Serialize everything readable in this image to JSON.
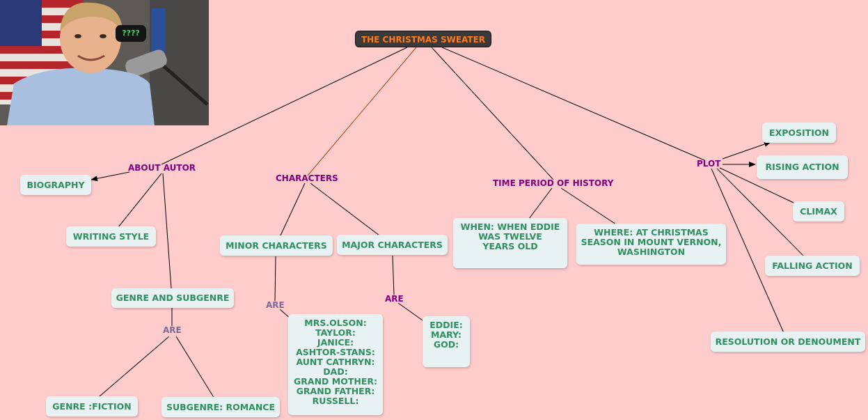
{
  "title": "THE CHRISTMAS SWEATER",
  "bubble": "????",
  "categories": {
    "author": "ABOUT AUTOR",
    "characters": "CHARACTERS",
    "time": "TIME PERIOD OF HISTORY",
    "plot": "PLOT"
  },
  "author": {
    "biography": "BIOGRAPHY",
    "writing_style": "WRITING STYLE",
    "genre_subgenre": "GENRE AND SUBGENRE",
    "are": "ARE",
    "genre": "GENRE :FICTION",
    "subgenre": "SUBGENRE: ROMANCE"
  },
  "characters": {
    "minor": "MINOR CHARACTERS",
    "major": "MAJOR CHARACTERS",
    "minor_are": "ARE",
    "major_are": "ARE",
    "minor_list": [
      "MRS.OLSON:",
      "TAYLOR:",
      "JANICE:",
      "ASHTOR-STANS:",
      "AUNT CATHRYN:",
      "DAD:",
      "GRAND MOTHER:",
      "GRAND FATHER:",
      "RUSSELL:"
    ],
    "major_list": [
      "EDDIE:",
      "MARY:",
      "GOD:"
    ]
  },
  "time": {
    "when": [
      "WHEN: WHEN EDDIE",
      "WAS TWELVE",
      "YEARS OLD"
    ],
    "where": [
      "WHERE:  AT CHRISTMAS",
      "SEASON IN MOUNT VERNON,",
      "WASHINGTON"
    ]
  },
  "plot": {
    "exposition": "EXPOSITION",
    "rising": "RISING  ACTION",
    "climax": "CLIMAX",
    "falling": "FALLING ACTION",
    "resolution": "RESOLUTION OR DENOUMENT"
  },
  "colors": {
    "background": "#ffcccc",
    "node_text": "#2e9060",
    "category_text": "#800080",
    "root_text": "#ff7a1a",
    "root_fill": "#3a3a3a",
    "highlight_link": "#b04010"
  }
}
